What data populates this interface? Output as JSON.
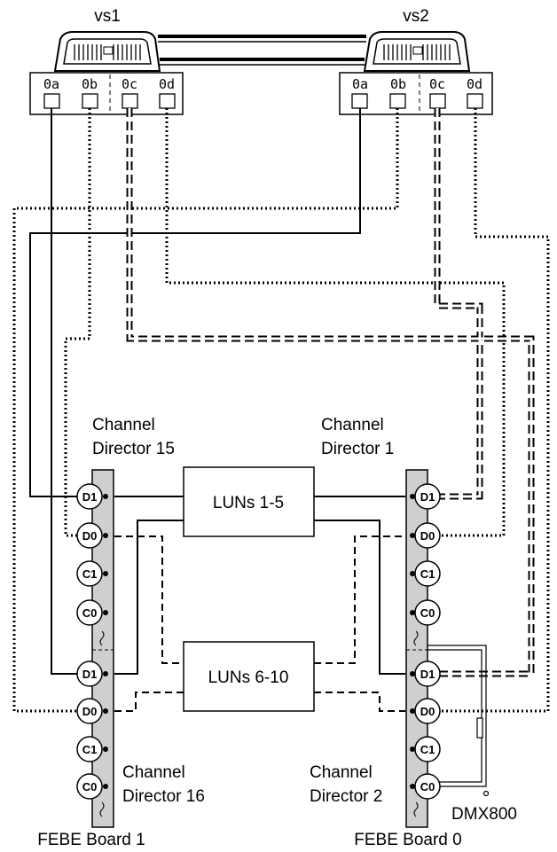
{
  "systems": {
    "left": {
      "name": "vs1",
      "ports": [
        "0a",
        "0b",
        "0c",
        "0d"
      ]
    },
    "right": {
      "name": "vs2",
      "ports": [
        "0a",
        "0b",
        "0c",
        "0d"
      ]
    }
  },
  "directors": {
    "cd15": "Channel Director 15",
    "cd1": "Channel Director 1",
    "cd16": "Channel Director 16",
    "cd2": "Channel Director 2"
  },
  "director_lines": {
    "cd15": [
      "Channel",
      "Director 15"
    ],
    "cd1": [
      "Channel",
      "Director 1"
    ],
    "cd16": [
      "Channel",
      "Director 16"
    ],
    "cd2": [
      "Channel",
      "Director 2"
    ]
  },
  "connectors": [
    "D1",
    "D0",
    "C1",
    "C0"
  ],
  "luns": {
    "top": "LUNs 1-5",
    "bottom": "LUNs 6-10"
  },
  "boards": {
    "left": "FEBE Board 1",
    "right": "FEBE Board 0"
  },
  "storage": "DMX800",
  "colors": {
    "board": "#cfcfcf",
    "line": "#000000"
  }
}
